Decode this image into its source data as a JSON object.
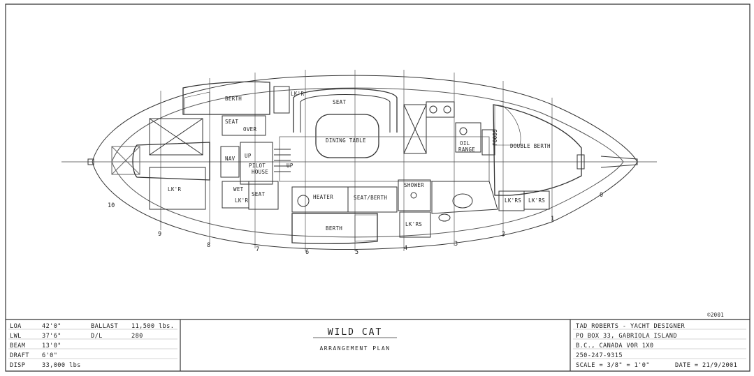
{
  "copyright": "©2001",
  "plan_labels": {
    "berth_port": "BERTH",
    "seat_over": "SEAT",
    "over": "OVER",
    "lkr_top": "LK'R",
    "seat_settee": "SEAT",
    "dining_table": "DINING TABLE",
    "nav": "NAV",
    "pilot_house": "PILOT",
    "pilot_house2": "HOUSE",
    "up1": "UP",
    "up2": "UP",
    "oil_range": "OIL",
    "oil_range2": "RANGE",
    "foods": "FOODS",
    "double_berth": "DOUBLE BERTH",
    "lkr_aft": "LK'R",
    "wet": "WET",
    "lkr_wet": "LK'R",
    "seat_small": "SEAT",
    "heater": "HEATER",
    "seat_berth": "SEAT/BERTH",
    "shower": "SHOWER",
    "lkrs_1": "LK'RS",
    "lkrs_2": "LK'RS",
    "lkrs_3": "LK'RS",
    "berth_stbd": "BERTH"
  },
  "stations": [
    "10",
    "9",
    "8",
    "7",
    "6",
    "5",
    "4",
    "3",
    "2",
    "1",
    "0"
  ],
  "title_block": {
    "specs_left": [
      {
        "label": "LOA",
        "value": "42'0\""
      },
      {
        "label": "LWL",
        "value": "37'6\""
      },
      {
        "label": "BEAM",
        "value": "13'0\""
      },
      {
        "label": "DRAFT",
        "value": "6'0\""
      },
      {
        "label": "DISP",
        "value": "33,000 lbs"
      }
    ],
    "specs_right": [
      {
        "label": "BALLAST",
        "value": "11,500 lbs."
      },
      {
        "label": "D/L",
        "value": "280"
      }
    ],
    "boat_name": "WILD CAT",
    "drawing_title": "ARRANGEMENT PLAN",
    "designer": "TAD ROBERTS - YACHT DESIGNER",
    "address1": "PO BOX 33, GABRIOLA ISLAND",
    "address2": "B.C., CANADA  V0R 1X0",
    "phone": "250-247-9315",
    "scale": "SCALE = 3/8\" = 1'0\"",
    "date": "DATE = 21/9/2001"
  }
}
